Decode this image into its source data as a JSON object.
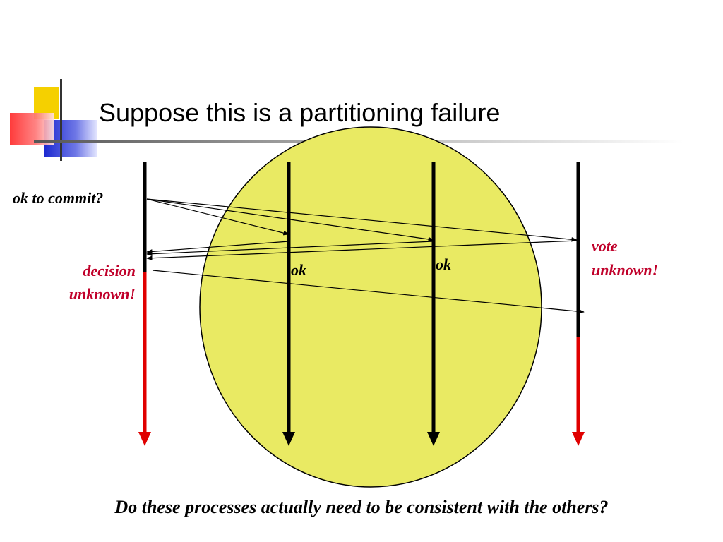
{
  "slide": {
    "title": "Suppose this is a partitioning failure",
    "question": "Do these processes actually need to be consistent with the others?"
  },
  "diagram": {
    "labels": {
      "ok_to_commit": "ok to commit?",
      "decision_line1": "decision",
      "decision_line2": "unknown!",
      "ok_a": "ok",
      "ok_b": "ok",
      "vote_line1": "vote",
      "vote_line2": "unknown!"
    },
    "colors": {
      "partition_fill": "#e9ea63",
      "alive_line": "#000000",
      "failed_line": "#e00000",
      "status_text": "#c0002a",
      "deco_yellow": "#f5d000",
      "deco_red": "#ff3a3a",
      "deco_blue": "#2a36d6"
    }
  }
}
